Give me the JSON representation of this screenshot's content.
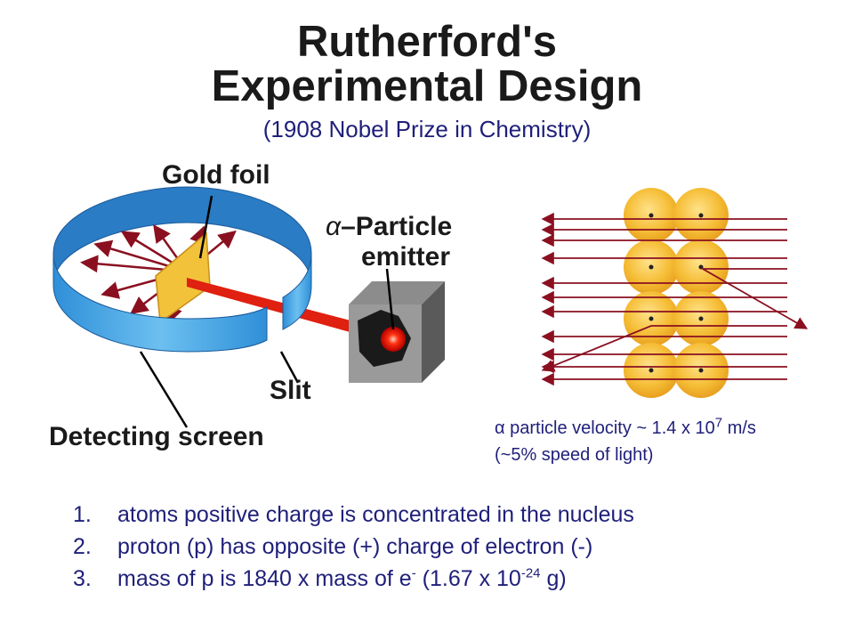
{
  "title": {
    "line1": "Rutherford's",
    "line2": "Experimental Design",
    "subtitle": "(1908 Nobel Prize in Chemistry)"
  },
  "labels": {
    "gold_foil": "Gold foil",
    "emitter_symbol": "α",
    "emitter_line1": "–Particle",
    "emitter_line2": "emitter",
    "slit": "Slit",
    "detecting_screen": "Detecting screen"
  },
  "note": {
    "symbol": "α",
    "velocity_text": " particle velocity ~ 1.4 x 10",
    "velocity_exp": "7",
    "velocity_unit": " m/s",
    "speed_text": "(~5% speed of light)"
  },
  "findings": [
    {
      "num": "1.",
      "text": "atoms positive charge is concentrated in the nucleus"
    },
    {
      "num": "2.",
      "text": "proton (p) has opposite (+) charge of electron (-)"
    },
    {
      "num": "3.",
      "text_a": "mass of p is 1840 x mass of e",
      "sup_a": "-",
      "text_b": " (1.67 x 10",
      "sup_b": "-24",
      "text_c": " g)"
    }
  ],
  "colors": {
    "ring_blue": "#3fa0e0",
    "beam_red": "#e02010",
    "arrow_maroon": "#8a1020",
    "gold": "#f2c23a",
    "text_navy": "#1f1f7a"
  }
}
